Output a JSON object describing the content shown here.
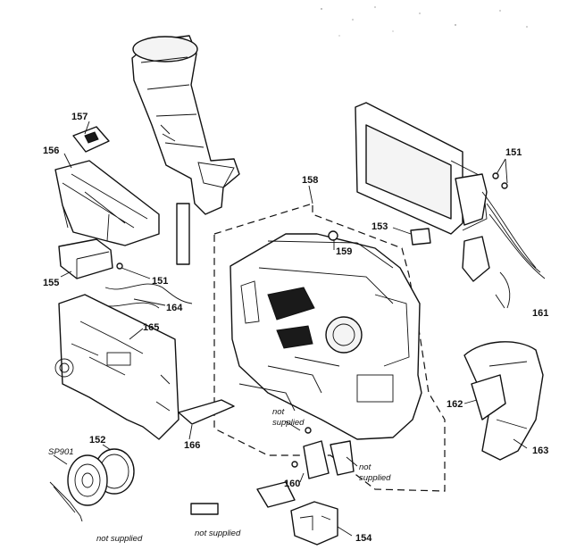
{
  "labels": {
    "l151a": "151",
    "l151b": "151",
    "l152": "152",
    "l153": "153",
    "l154": "154",
    "l155": "155",
    "l156": "156",
    "l157": "157",
    "l158": "158",
    "l159": "159",
    "l160": "160",
    "l161": "161",
    "l162": "162",
    "l163": "163",
    "l164": "164",
    "l165": "165",
    "l166": "166",
    "sp901": "SP901"
  },
  "notes": {
    "not_supplied_1": "not supplied",
    "not_supplied_2": "not supplied",
    "not_supplied_3a": "not",
    "not_supplied_3b": "supplied",
    "not_supplied_4a": "not",
    "not_supplied_4b": "supplied"
  }
}
